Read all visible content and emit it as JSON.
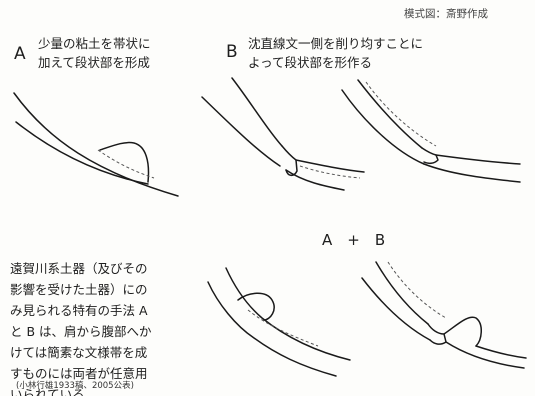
{
  "credit": "模式図：斎野作成",
  "panel_a": {
    "label": "A",
    "caption": "少量の粘土を帯状に\n加えて段状部を形成"
  },
  "panel_b": {
    "label": "B",
    "caption": "沈直線文一側を削り均すことに\nよって段状部を形作る"
  },
  "combo_label": "A　+　B",
  "note": "遠賀川系土器（及びその\n影響を受けた土器）にの\nみ見られる特有の手法 A\nと B は、肩から腹部へか\nけては簡素な文様帯を成\nすものには両者が任意用\nいられている",
  "citation": "(小林行雄1933稿、2005公表)"
}
